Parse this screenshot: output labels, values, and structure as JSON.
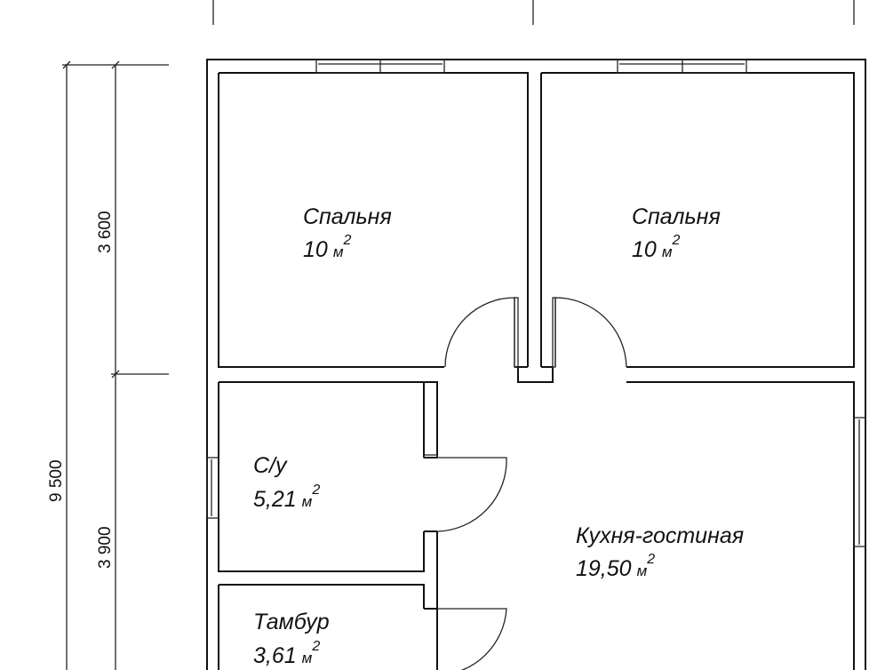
{
  "dimensions": {
    "total_height": "9 500",
    "upper": "3 600",
    "lower": "3 900"
  },
  "rooms": [
    {
      "name": "Спальня",
      "area": "10",
      "unit": "м",
      "exp": "2"
    },
    {
      "name": "Спальня",
      "area": "10",
      "unit": "м",
      "exp": "2"
    },
    {
      "name": "С/у",
      "area": "5,21",
      "unit": "м",
      "exp": "2"
    },
    {
      "name": "Кухня-гостиная",
      "area": "19,50",
      "unit": "м",
      "exp": "2"
    },
    {
      "name": "Тамбур",
      "area": "3,61",
      "unit": "м",
      "exp": "2"
    }
  ]
}
